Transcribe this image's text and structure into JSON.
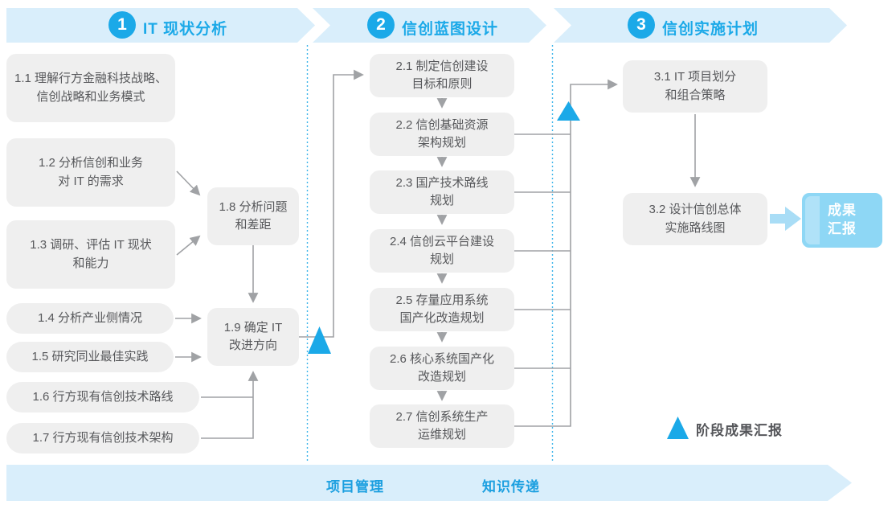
{
  "phases": [
    {
      "number": "1",
      "title": "IT 现状分析"
    },
    {
      "number": "2",
      "title": "信创蓝图设计"
    },
    {
      "number": "3",
      "title": "信创实施计划"
    }
  ],
  "nodes": {
    "n11": {
      "line1": "1.1 理解行方金融科技战略、",
      "line2": "信创战略和业务模式"
    },
    "n12": {
      "line1": "1.2 分析信创和业务",
      "line2": "对 IT 的需求"
    },
    "n13": {
      "line1": "1.3 调研、评估 IT 现状",
      "line2": "和能力"
    },
    "n14": {
      "line1": "1.4 分析产业侧情况"
    },
    "n15": {
      "line1": "1.5 研究同业最佳实践"
    },
    "n16": {
      "line1": "1.6 行方现有信创技术路线"
    },
    "n17": {
      "line1": "1.7 行方现有信创技术架构"
    },
    "n18": {
      "line1": "1.8 分析问题",
      "line2": "和差距"
    },
    "n19": {
      "line1": "1.9 确定 IT",
      "line2": "改进方向"
    },
    "n21": {
      "line1": "2.1 制定信创建设",
      "line2": "目标和原则"
    },
    "n22": {
      "line1": "2.2 信创基础资源",
      "line2": "架构规划"
    },
    "n23": {
      "line1": "2.3 国产技术路线",
      "line2": "规划"
    },
    "n24": {
      "line1": "2.4 信创云平台建设",
      "line2": "规划"
    },
    "n25": {
      "line1": "2.5 存量应用系统",
      "line2": "国产化改造规划"
    },
    "n26": {
      "line1": "2.6 核心系统国产化",
      "line2": "改造规划"
    },
    "n27": {
      "line1": "2.7 信创系统生产",
      "line2": "运维规划"
    },
    "n31": {
      "line1": "3.1 IT 项目划分",
      "line2": "和组合策略"
    },
    "n32": {
      "line1": "3.2 设计信创总体",
      "line2": "实施路线图"
    }
  },
  "result_box": {
    "line1": "成果",
    "line2": "汇报"
  },
  "legend": {
    "label": "阶段成果汇报"
  },
  "footer": {
    "project_management": "项目管理",
    "knowledge_transfer": "知识传递"
  },
  "colors": {
    "accent_blue": "#1ba9e8",
    "banner_bg": "#d9eefb",
    "node_bg": "#efefef",
    "node_text": "#57585b",
    "connector_gray": "#a0a2a5",
    "result_box_bg": "#8ed7f5",
    "dashed_divider": "#3fb6ea"
  }
}
